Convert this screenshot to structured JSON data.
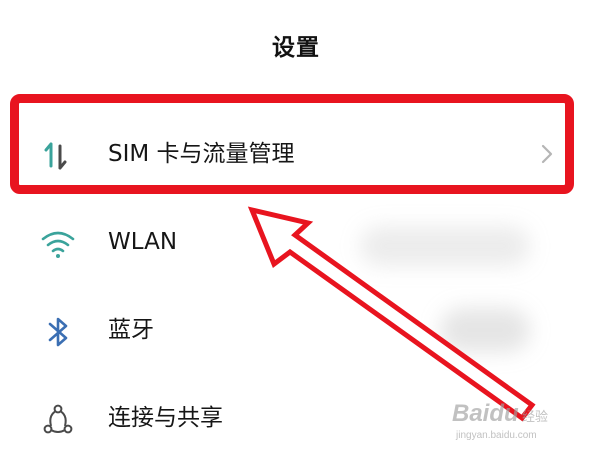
{
  "header": {
    "title": "设置"
  },
  "settings": {
    "items": [
      {
        "label": "SIM 卡与流量管理",
        "icon": "sim-data-icon",
        "has_chevron": true
      },
      {
        "label": "WLAN",
        "icon": "wifi-icon",
        "has_chevron": false
      },
      {
        "label": "蓝牙",
        "icon": "bluetooth-icon",
        "has_chevron": false
      },
      {
        "label": "连接与共享",
        "icon": "connection-share-icon",
        "has_chevron": false
      }
    ]
  },
  "annotation": {
    "highlight_color": "#e8141f",
    "arrow_color": "#e8141f",
    "target": "SIM 卡与流量管理"
  },
  "watermark": {
    "brand": "Baidu",
    "sub": "经验",
    "url": "jingyan.baidu.com"
  },
  "colors": {
    "icon_teal": "#3aa39b",
    "icon_blue": "#3b6fb3",
    "chevron": "#b5b5b5"
  }
}
